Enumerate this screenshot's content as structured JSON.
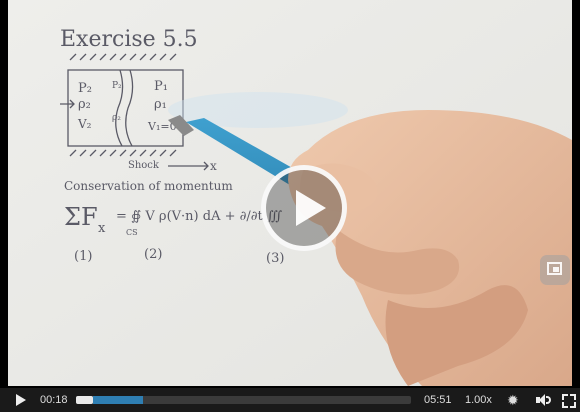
{
  "video": {
    "frame_description_labels": {
      "heading": "Exercise 5.5",
      "p2": "P₂",
      "rho2": "ρ₂",
      "v2": "V₂",
      "rho1": "ρ₁",
      "p1": "P₁",
      "v1": "V₁=0",
      "mid1": "P₂",
      "mid2": "ρ₂",
      "shock": "Shock",
      "xaxis": "x",
      "conservation": "Conservation of momentum",
      "sum": "ΣF",
      "sub_x": "x",
      "equation": "= ∯ V ρ(V·n) dA + ∂/∂t ∭",
      "cs": "CS",
      "label1": "(1)",
      "label2": "(2)",
      "label3": "(3)"
    }
  },
  "controls": {
    "current_time": "00:18",
    "duration": "05:51",
    "speed": "1.00x",
    "progress_played_fraction": 0.05,
    "progress_buffered_end_fraction": 0.2
  },
  "icons": {
    "play_overlay": "play-circle-icon",
    "play": "play-icon",
    "settings": "gear-icon",
    "volume": "volume-icon",
    "fullscreen": "fullscreen-icon",
    "side": "picture-in-picture-icon"
  }
}
